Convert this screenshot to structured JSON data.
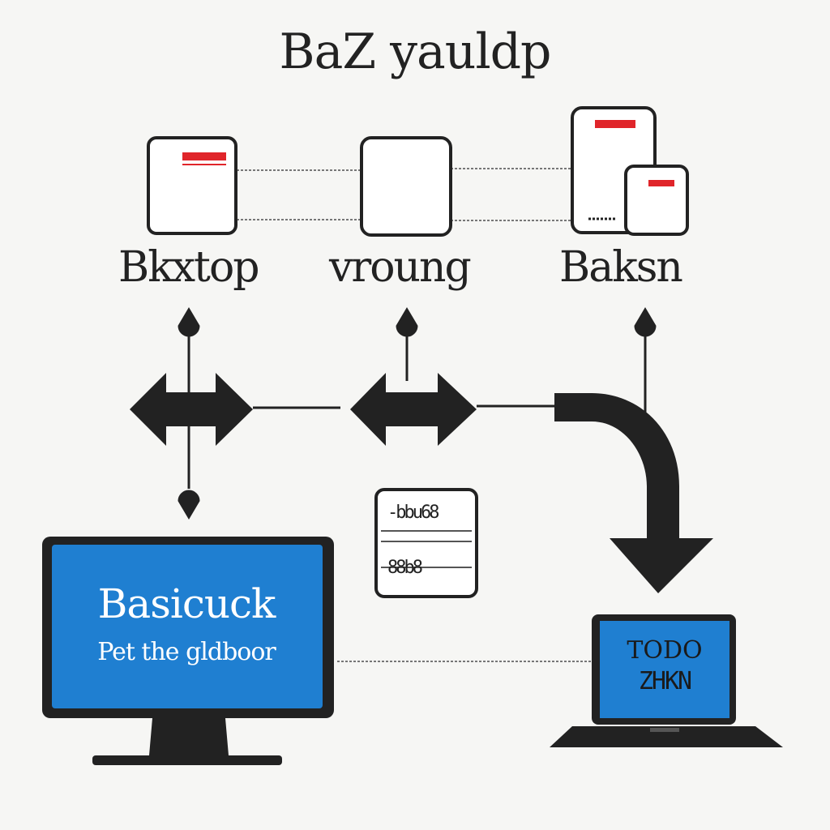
{
  "title": "BaZ yauldp",
  "devices": [
    {
      "label": "Bkxtop"
    },
    {
      "label": "vroung"
    },
    {
      "label": "Baksn"
    }
  ],
  "data_card": {
    "line1": "-bbu68",
    "line2": "88b8"
  },
  "monitor": {
    "title": "Basicuck",
    "subtitle": "Pet the gldboor"
  },
  "laptop": {
    "title": "TODO",
    "subtitle": "ZHKN"
  },
  "colors": {
    "background": "#f6f6f4",
    "outline": "#222222",
    "accent_red": "#e0252a",
    "screen_blue": "#1f7fd1"
  }
}
